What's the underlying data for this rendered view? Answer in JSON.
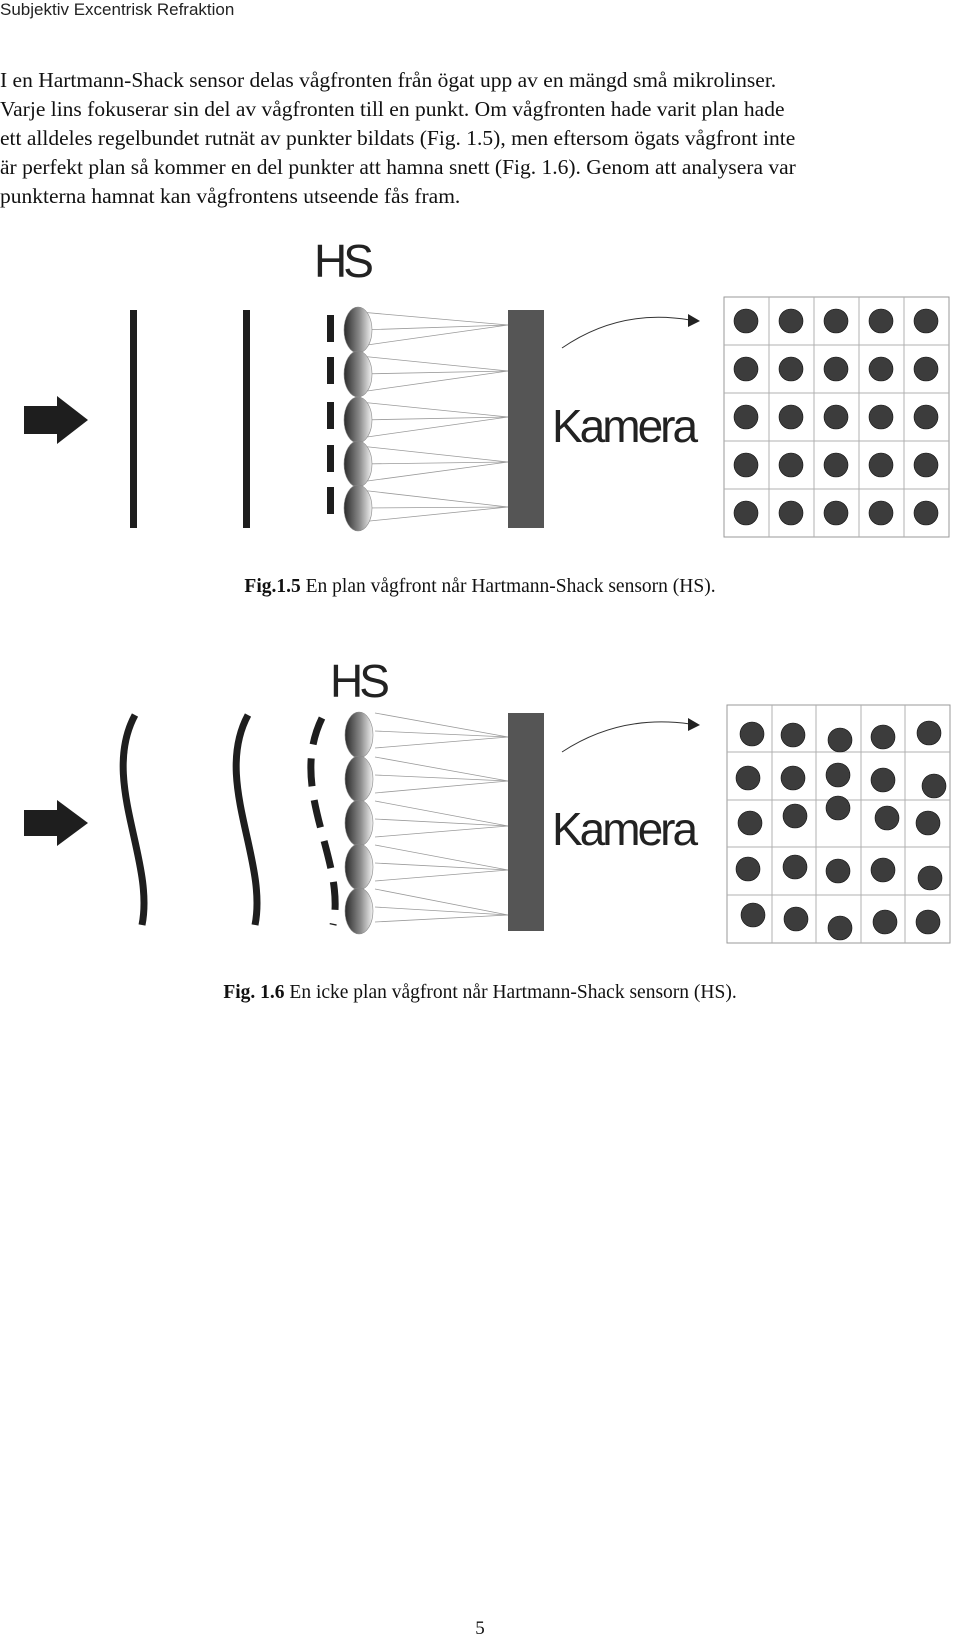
{
  "header": {
    "title": "Subjektiv Excentrisk Refraktion"
  },
  "paragraph": {
    "lines": [
      "I en Hartmann-Shack sensor delas vågfronten från ögat upp av en mängd små mikrolinser.",
      "Varje lins fokuserar sin del av vågfronten till en punkt. Om vågfronten hade varit plan hade",
      "ett alldeles regelbundet rutnät av punkter bildats (Fig. 1.5), men eftersom ögats vågfront inte",
      "är perfekt plan så kommer en del punkter att hamna snett (Fig. 1.6). Genom att analysera var",
      "punkterna hamnat kan vågfrontens utseende fås fram."
    ]
  },
  "figure1": {
    "hs_label": "HS",
    "camera_label": "Kamera",
    "caption_bold": "Fig.1.5",
    "caption_text": " En plan vågfront når Hartmann-Shack sensorn (HS)."
  },
  "figure2": {
    "hs_label": "HS",
    "camera_label": "Kamera",
    "caption_bold": "Fig. 1.6",
    "caption_text": " En icke plan vågfront når Hartmann-Shack sensorn (HS)."
  },
  "page_number": "5"
}
